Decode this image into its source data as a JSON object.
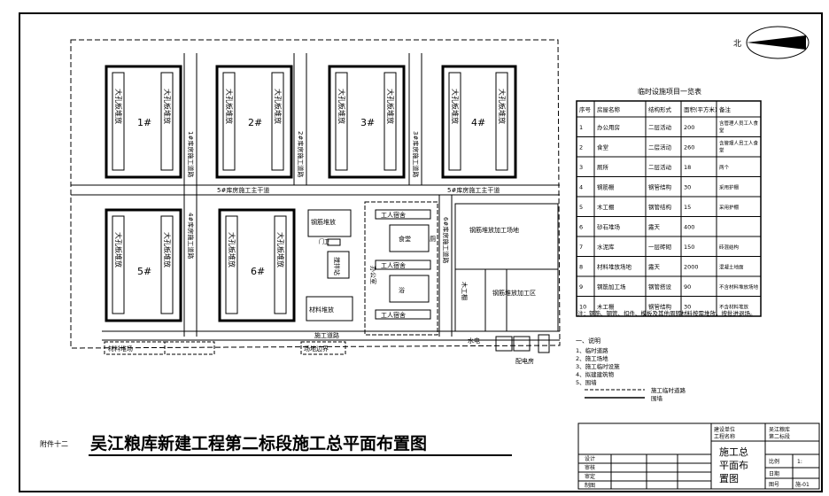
{
  "drawing": {
    "prefix_label": "附件十二",
    "title": "吴江粮库新建工程第二标段施工总平面布置图",
    "north_symbol": "北"
  },
  "site": {
    "roads": {
      "road_top_left": "5#库房施工主干道",
      "road_top_right": "5#库房施工主干道",
      "road_v1": "1#库房施工道路",
      "road_v2": "2#库房施工道路",
      "road_v3": "3#库房施工道路",
      "road_v4": "4#库房施工道路",
      "road_v5": "6#库房施工道路",
      "road_bottom": "施工道路"
    },
    "warehouses": [
      {
        "left": "大孔板堆放",
        "right": "大孔板堆放",
        "code": "1#"
      },
      {
        "left": "大孔板堆放",
        "right": "大孔板堆放",
        "code": "2#"
      },
      {
        "left": "大孔板堆放",
        "right": "大孔板堆放",
        "code": "3#"
      },
      {
        "left": "大孔板堆放",
        "right": "大孔板堆放",
        "code": "4#"
      },
      {
        "left": "大孔板堆放",
        "right": "大孔板堆放",
        "code": "5#"
      },
      {
        "left": "大孔板堆放",
        "right": "大孔板堆放",
        "code": "6#"
      }
    ],
    "facilities": {
      "steel_yard": "钢筋堆放",
      "gate1": "门卫",
      "vertical_road_label": "施工道路",
      "material_store": "材料堆放",
      "misc_box": "搅拌站",
      "worker_dorm_top": "工人宿舍",
      "canteen": "食堂",
      "toilet": "厕",
      "worker_dorm_mid": "工人宿舍",
      "bath": "浴",
      "office": "办公室",
      "worker_dorm_bottom": "工人宿舍",
      "proc_area": "钢筋堆放加工场地",
      "steel_proc": "木工棚",
      "formwork_area": "钢筋堆放加工区",
      "water_label": "水电",
      "power_room": "配电房",
      "left_box": "材料堆场",
      "bottom_box": "场地边界"
    }
  },
  "table": {
    "caption": "临时设施项目一览表",
    "headers": [
      "序号",
      "房屋名称",
      "结构形式",
      "面积(平方米)",
      "备注"
    ],
    "rows": [
      [
        "1",
        "办公用房",
        "二层活动",
        "200",
        "含管理人员工人食堂"
      ],
      [
        "2",
        "食堂",
        "二层活动",
        "260",
        "含管理人员工人食堂"
      ],
      [
        "3",
        "厕所",
        "二层活动",
        "18",
        "两个"
      ],
      [
        "4",
        "钢筋棚",
        "钢管结构",
        "30",
        "采用护棚"
      ],
      [
        "5",
        "木工棚",
        "钢管结构",
        "15",
        "采用护棚"
      ],
      [
        "6",
        "砂石堆场",
        "露天",
        "400",
        ""
      ],
      [
        "7",
        "水泥库",
        "一层砖砌",
        "150",
        "砖混结构"
      ],
      [
        "8",
        "材料堆放场地",
        "露天",
        "2000",
        "混凝土地面"
      ],
      [
        "9",
        "钢筋加工场",
        "钢管搭设",
        "90",
        "不含材料堆放场地"
      ],
      [
        "10",
        "木工棚",
        "钢管结构",
        "30",
        "不含材料堆放"
      ]
    ],
    "note": "注：钢筋、钢管、扣件、模板及其他周转材料按需堆放，按批进退场。"
  },
  "legend": {
    "title": "一、说明",
    "items": [
      "1、临时道路",
      "2、施工场地",
      "3、施工临时设施",
      "4、拟建建筑物",
      "5、围墙"
    ],
    "line1": "施工临时道路",
    "line2": "围墙"
  },
  "titleblock": {
    "company_l1": "建设单位",
    "company_l2": "工程名称",
    "project": "吴江粮库",
    "sub_project": "第二标段",
    "design": "设计",
    "check": "审核",
    "approve": "审定",
    "draw": "制图",
    "drawing_name_l1": "施工总",
    "drawing_name_l2": "平面布",
    "drawing_name_l3": "置图",
    "scale_label": "比例",
    "scale": "1:",
    "date_label": "日期",
    "sheet_label": "图号",
    "sheet": "施-01"
  }
}
